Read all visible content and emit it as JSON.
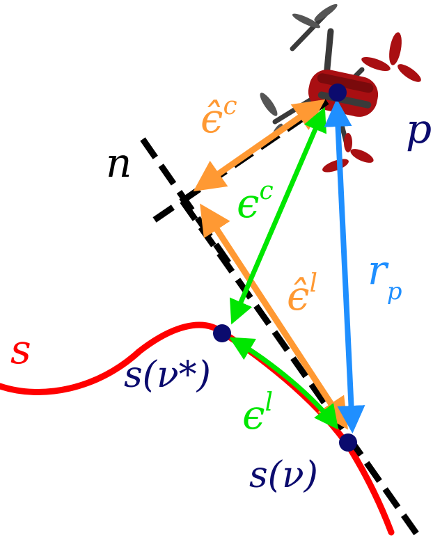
{
  "colors": {
    "path": "#ff0000",
    "normal": "#000000",
    "orange": "#ff9933",
    "green": "#00e600",
    "blue": "#1f8fff",
    "point": "#0b0b6e",
    "drone_body": "#a90f12",
    "drone_arm": "#3a3a3a"
  },
  "labels": {
    "path": "s",
    "normal": "n",
    "robot": "p",
    "eps_c_hat": {
      "base": "ϵ̂",
      "sup": "c"
    },
    "eps_c": {
      "base": "ϵ",
      "sup": "c"
    },
    "eps_l_hat": {
      "base": "ϵ̂",
      "sup": "l"
    },
    "eps_l": {
      "base": "ϵ",
      "sup": "l"
    },
    "r_p": {
      "base": "r",
      "sub": "p"
    },
    "s_nu_star": "s(ν*)",
    "s_nu": "s(ν)"
  },
  "icons": [
    "quadrotor-icon"
  ]
}
